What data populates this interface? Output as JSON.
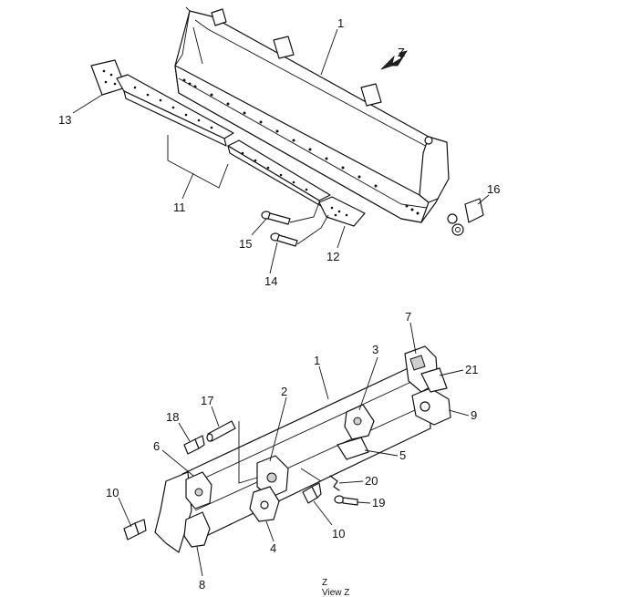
{
  "view_marker": "Z",
  "caption": {
    "line1": "Z",
    "line2": "View  Z"
  },
  "callouts": {
    "c1a": "1",
    "c13": "13",
    "c11": "11",
    "c15": "15",
    "c14": "14",
    "c12": "12",
    "c16": "16",
    "c7": "7",
    "c3": "3",
    "c1b": "1",
    "c21": "21",
    "c9": "9",
    "c17": "17",
    "c2": "2",
    "c18": "18",
    "c6": "6",
    "c5": "5",
    "c20": "20",
    "c19": "19",
    "c10a": "10",
    "c10b": "10",
    "c4": "4",
    "c8": "8"
  }
}
